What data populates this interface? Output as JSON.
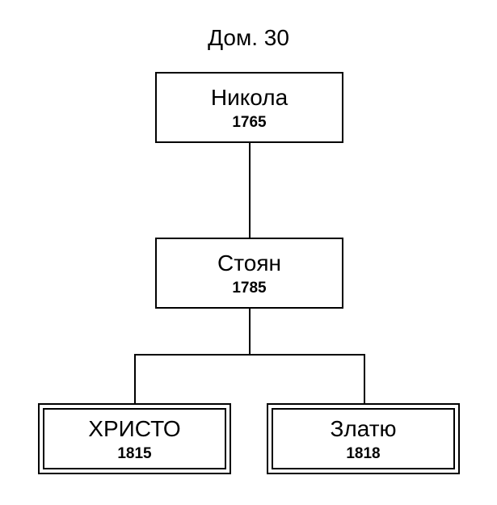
{
  "title": "Дом. 30",
  "nodes": {
    "nikola": {
      "name": "Никола",
      "year": "1765"
    },
    "stoyan": {
      "name": "Стоян",
      "year": "1785"
    },
    "hristo": {
      "name": "ХРИСТО",
      "year": "1815"
    },
    "zlatyu": {
      "name": "Златю",
      "year": "1818"
    }
  },
  "edges": [
    [
      "nikola",
      "stoyan"
    ],
    [
      "stoyan",
      "hristo"
    ],
    [
      "stoyan",
      "zlatyu"
    ]
  ]
}
